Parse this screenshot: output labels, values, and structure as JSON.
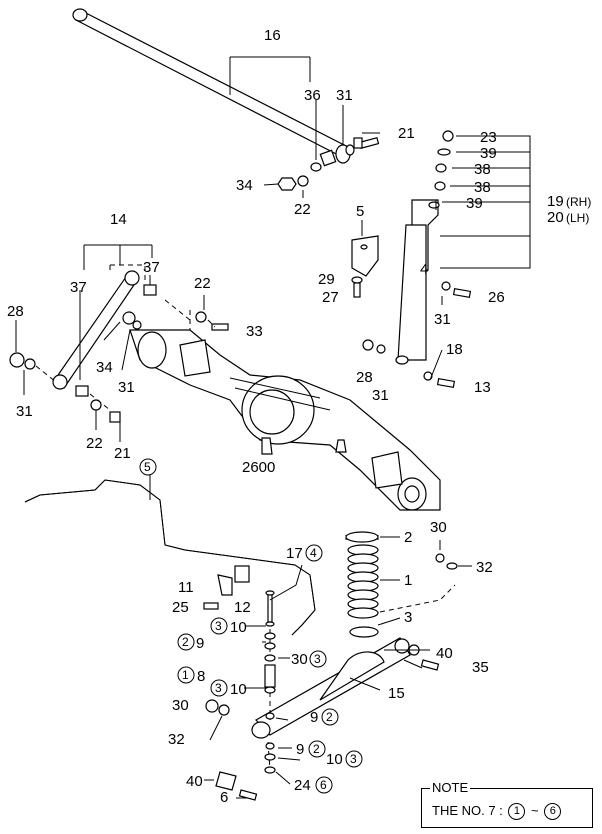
{
  "callouts": {
    "c16": "16",
    "c36": "36",
    "c31a": "31",
    "c21a": "21",
    "c34a": "34",
    "c22a": "22",
    "c23": "23",
    "c39a": "39",
    "c38a": "38",
    "c38b": "38",
    "c39b": "39",
    "c19": "19",
    "c19s": "(RH)",
    "c20": "20",
    "c20s": "(LH)",
    "c4": "4",
    "c5": "5",
    "c29": "29",
    "c27": "27",
    "c26": "26",
    "c31b": "31",
    "c18": "18",
    "c28b": "28",
    "c31c": "31",
    "c13": "13",
    "c14": "14",
    "c37a": "37",
    "c37b": "37",
    "c22b": "22",
    "c33": "33",
    "c28a": "28",
    "c31d": "31",
    "c34b": "34",
    "c31e": "31",
    "c22c": "22",
    "c21b": "21",
    "c2600": "2600",
    "c5b": "5",
    "c2": "2",
    "c1": "1",
    "c30a": "30",
    "c32a": "32",
    "c3": "3",
    "c17": "17",
    "c17n": "4",
    "c11": "11",
    "c12": "12",
    "c25": "25",
    "c10a": "10",
    "c10an": "3",
    "c9a": "9",
    "c9an": "2",
    "c30b": "30",
    "c30bn": "3",
    "c8": "8",
    "c8n": "1",
    "c10b": "10",
    "c10bn": "3",
    "c40a": "40",
    "c35": "35",
    "c15": "15",
    "c30c": "30",
    "c32b": "32",
    "c9b": "9",
    "c9bn": "2",
    "c9c": "9",
    "c9cn": "2",
    "c10c": "10",
    "c10cn": "3",
    "c24": "24",
    "c24n": "6",
    "c40b": "40",
    "c6": "6"
  },
  "note": {
    "title": "NOTE",
    "prefix": "THE NO. 7 :",
    "from": "1",
    "sep": "~",
    "to": "6"
  }
}
